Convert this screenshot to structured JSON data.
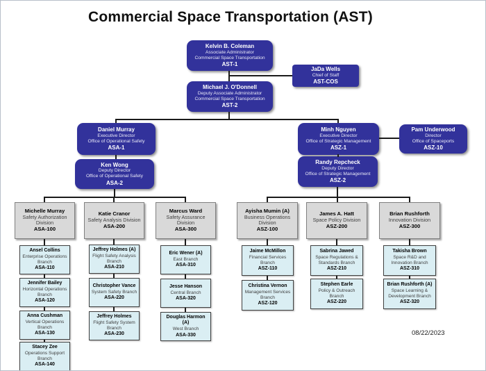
{
  "title": "Commercial Space Transportation (AST)",
  "date": "08/22/2023",
  "colors": {
    "executive_box": "#32329b",
    "division_box": "#d9d9d9",
    "branch_box": "#daeef3",
    "connector": "#1a1a1a"
  },
  "nodes": {
    "ast1": {
      "name": "Kelvin B. Coleman",
      "sub1": "Associate Administrator",
      "sub2": "Commercial Space Transportation",
      "code": "AST-1"
    },
    "cos": {
      "name": "JaDa Wells",
      "sub1": "Chief of Staff",
      "code": "AST-COS"
    },
    "ast2": {
      "name": "Michael J. O'Donnell",
      "sub1": "Deputy Associate Administrator",
      "sub2": "Commercial Space Transportation",
      "code": "AST-2"
    },
    "asa1": {
      "name": "Daniel Murray",
      "sub1": "Executive Director",
      "sub2": "Office of Operational Safety",
      "code": "ASA-1"
    },
    "asa2": {
      "name": "Ken Wong",
      "sub1": "Deputy Director",
      "sub2": "Office of Operational Safety",
      "code": "ASA-2"
    },
    "asz1": {
      "name": "Minh Nguyen",
      "sub1": "Executive Director",
      "sub2": "Office of Strategic Management",
      "code": "ASZ-1"
    },
    "asz10": {
      "name": "Pam Underwood",
      "sub1": "Director",
      "sub2": "Office of Spaceports",
      "code": "ASZ-10"
    },
    "asz2": {
      "name": "Randy Repcheck",
      "sub1": "Deputy Director",
      "sub2": "Office of Strategic Management",
      "code": "ASZ-2"
    },
    "asa100": {
      "name": "Michelle Murray",
      "role": "Safety Authorization Division",
      "code": "ASA-100"
    },
    "asa200": {
      "name": "Katie Cranor",
      "role": "Safety Analysis Division",
      "code": "ASA-200"
    },
    "asa300": {
      "name": "Marcus Ward",
      "role": "Safety Assurance Division",
      "code": "ASA-300"
    },
    "asz100": {
      "name": "Ayisha Mumin (A)",
      "role": "Business Operations Division",
      "code": "ASZ-100"
    },
    "asz200": {
      "name": "James A. Hatt",
      "role": "Space Policy Division",
      "code": "ASZ-200"
    },
    "asz300": {
      "name": "Brian Rushforth",
      "role": "Innovation Division",
      "code": "ASZ-300"
    },
    "asa110": {
      "name": "Ansel Collins",
      "role": "Enterprise Operations Branch",
      "code": "ASA-110"
    },
    "asa120": {
      "name": "Jennifer Bailey",
      "role": "Horizontal Operations Branch",
      "code": "ASA-120"
    },
    "asa130": {
      "name": "Anna Cushman",
      "role": "Vertical Operations Branch",
      "code": "ASA-130"
    },
    "asa140": {
      "name": "Stacey Zee",
      "role": "Operations Support Branch",
      "code": "ASA-140"
    },
    "asa210": {
      "name": "Jeffrey Holmes (A)",
      "role": "Flight Safety Analysis Branch",
      "code": "ASA-210"
    },
    "asa220": {
      "name": "Christopher Vance",
      "role": "System Safety Branch",
      "code": "ASA-220"
    },
    "asa230": {
      "name": "Jeffrey Holmes",
      "role": "Flight Safety System Branch",
      "code": "ASA-230"
    },
    "asa310": {
      "name": "Eric Wener (A)",
      "role": "East Branch",
      "code": "ASA-310"
    },
    "asa320": {
      "name": "Jesse Hanson",
      "role": "Central Branch",
      "code": "ASA-320"
    },
    "asa330": {
      "name": "Douglas Harmon (A)",
      "role": "West Branch",
      "code": "ASA-330"
    },
    "asz110": {
      "name": "Jaime McMillon",
      "role": "Financial Services Branch",
      "code": "ASZ-110"
    },
    "asz120": {
      "name": "Christina Vernon",
      "role": "Management Services Branch",
      "code": "ASZ-120"
    },
    "asz210": {
      "name": "Sabrina Jawed",
      "role": "Space Regulations & Standards Branch",
      "code": "ASZ-210"
    },
    "asz220": {
      "name": "Stephen Earle",
      "role": "Policy & Outreach Branch",
      "code": "ASZ-220"
    },
    "asz310": {
      "name": "Takisha Brown",
      "role": "Space R&D and Innovation Branch",
      "code": "ASZ-310"
    },
    "asz320": {
      "name": "Brian Rushforth (A)",
      "role": "Space Learning & Development Branch",
      "code": "ASZ-320"
    }
  }
}
